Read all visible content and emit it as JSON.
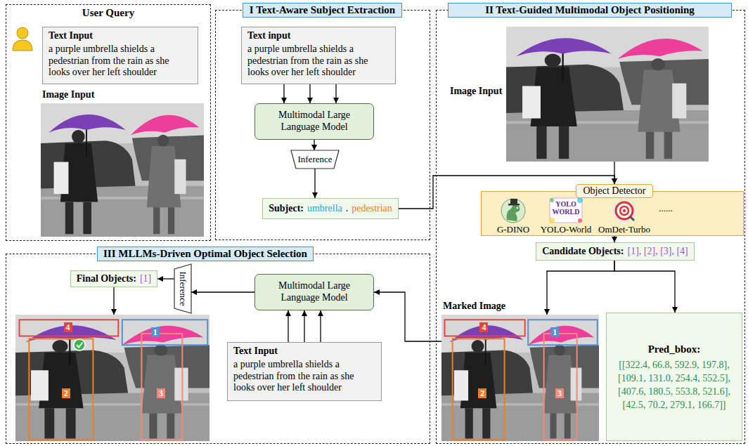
{
  "diagram": {
    "nodes": [
      {
        "text": [
          "User Query"
        ]
      },
      {
        "text": [
          "Text Input",
          "a purple umbrella shields a pedestrian from the rain as she looks over her left shoulder"
        ],
        "in": 0
      },
      {
        "text": [
          "Image Input"
        ],
        "in": 0
      },
      {
        "text": [
          "I Text-Aware Subject Extraction"
        ]
      },
      {
        "text": [
          "Text input",
          "a purple umbrella shields a pedestrian from the rain as she looks over her left shoulder"
        ],
        "in": 3
      },
      {
        "text": [
          "Multimodal Large Language Model"
        ],
        "in": 3
      },
      {
        "text": [
          "Inference"
        ],
        "in": 3
      },
      {
        "text": [
          "Subject:",
          "umbrella",
          ".",
          "pedestrian"
        ],
        "in": 3
      },
      {
        "text": [
          "II Text-Guided Multimodal Object Positioning"
        ]
      },
      {
        "text": [
          "Image Input"
        ],
        "in": 8
      },
      {
        "text": [
          "G-DINO",
          "YOLO WORLD",
          "YOLO-World",
          "OmDet-Turbo",
          "......"
        ],
        "in": 8
      },
      {
        "text": [
          "Object Detector"
        ],
        "in": 10
      },
      {
        "text": [
          "Candidate Objects:",
          "[1], [2], [3], [4]"
        ],
        "in": 8
      },
      {
        "text": [
          "Marked Image",
          "4",
          "1",
          "2",
          "3"
        ],
        "in": 8
      },
      {
        "text": [
          "Pred_bbox:",
          "[[322.4, 66.8, 592.9, 197.8], [109.1, 131.0, 254.4, 552.5], [407.6, 180.5, 553.8, 521.6], [42.5, 70.2, 279.1, 166.7]]"
        ],
        "in": 8
      },
      {
        "text": [
          "III MLLMs-Driven Optimal Object Selection"
        ]
      },
      {
        "text": [
          "Final Objects:",
          "[1]"
        ],
        "in": 15
      },
      {
        "text": [
          "Inference"
        ],
        "in": 15
      },
      {
        "text": [
          "Multimodal Large Language Model"
        ],
        "in": 15
      },
      {
        "text": [
          "Text Input",
          "a purple umbrella shields a pedestrian from the rain as she looks over her left shoulder"
        ],
        "in": 15
      },
      {
        "text": [
          "4",
          "1",
          "2",
          "3"
        ],
        "in": 15
      }
    ],
    "edges": [
      {
        "from": 4,
        "to": 5,
        "arrow": "to"
      },
      {
        "from": 4,
        "to": 5,
        "arrow": "to"
      },
      {
        "from": 4,
        "to": 5,
        "arrow": "to"
      },
      {
        "from": 5,
        "to": 6,
        "arrow": "to"
      },
      {
        "from": 6,
        "to": 7,
        "arrow": "to"
      },
      {
        "from": 7,
        "to": 11,
        "arrow": "to"
      },
      {
        "from": 9,
        "to": 11,
        "arrow": "to"
      },
      {
        "from": 10,
        "to": 12,
        "arrow": "to"
      },
      {
        "from": 12,
        "to": 13,
        "arrow": "to"
      },
      {
        "from": 12,
        "to": 14,
        "arrow": "to"
      },
      {
        "from": 13,
        "to": 18,
        "arrow": "to"
      },
      {
        "from": 18,
        "to": 17,
        "arrow": "to"
      },
      {
        "from": 17,
        "to": 16,
        "arrow": "to"
      },
      {
        "from": 16,
        "to": 20,
        "arrow": "to"
      },
      {
        "from": 19,
        "to": 18,
        "arrow": "to"
      },
      {
        "from": 19,
        "to": 18,
        "arrow": "to"
      },
      {
        "from": 19,
        "to": 18,
        "arrow": "to"
      }
    ]
  }
}
